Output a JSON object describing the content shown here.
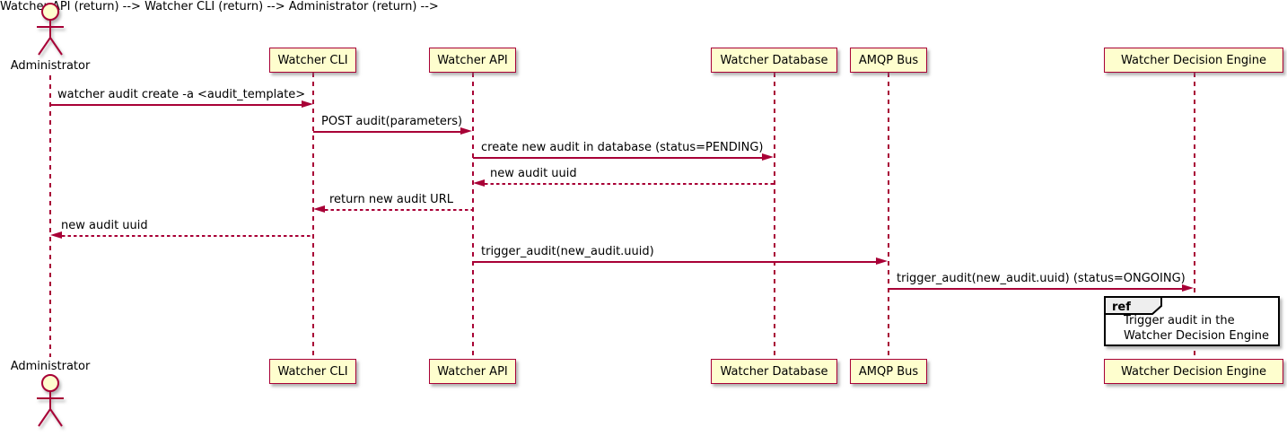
{
  "diagram": {
    "type": "sequence",
    "participants": [
      {
        "id": "administrator",
        "label": "Administrator",
        "kind": "actor"
      },
      {
        "id": "watcher-cli",
        "label": "Watcher CLI",
        "kind": "participant"
      },
      {
        "id": "watcher-api",
        "label": "Watcher API",
        "kind": "participant"
      },
      {
        "id": "watcher-database",
        "label": "Watcher Database",
        "kind": "participant"
      },
      {
        "id": "amqp-bus",
        "label": "AMQP Bus",
        "kind": "participant"
      },
      {
        "id": "watcher-decision-engine",
        "label": "Watcher Decision Engine",
        "kind": "participant"
      }
    ],
    "messages": [
      {
        "from": "administrator",
        "to": "watcher-cli",
        "label": "watcher audit create -a <audit_template>",
        "line": "solid"
      },
      {
        "from": "watcher-cli",
        "to": "watcher-api",
        "label": "POST audit(parameters)",
        "line": "solid"
      },
      {
        "from": "watcher-api",
        "to": "watcher-database",
        "label": "create new audit in database (status=PENDING)",
        "line": "solid"
      },
      {
        "from": "watcher-database",
        "to": "watcher-api",
        "label": "new audit uuid",
        "line": "dashed"
      },
      {
        "from": "watcher-api",
        "to": "watcher-cli",
        "label": "return new audit URL",
        "line": "dashed"
      },
      {
        "from": "watcher-cli",
        "to": "administrator",
        "label": "new audit uuid",
        "line": "dashed"
      },
      {
        "from": "watcher-api",
        "to": "amqp-bus",
        "label": "trigger_audit(new_audit.uuid)",
        "line": "solid"
      },
      {
        "from": "amqp-bus",
        "to": "watcher-decision-engine",
        "label": "trigger_audit(new_audit.uuid) (status=ONGOING)",
        "line": "solid"
      }
    ],
    "ref": {
      "keyword": "ref",
      "over": "watcher-decision-engine",
      "line1": "Trigger audit in the",
      "line2": "Watcher Decision Engine"
    },
    "colors": {
      "participant_fill": "#FEFECE",
      "stroke": "#A80036",
      "text": "#000000",
      "ref_border": "#000000",
      "ref_label_fill": "#EEEEEE",
      "background": "#FFFFFF"
    }
  }
}
